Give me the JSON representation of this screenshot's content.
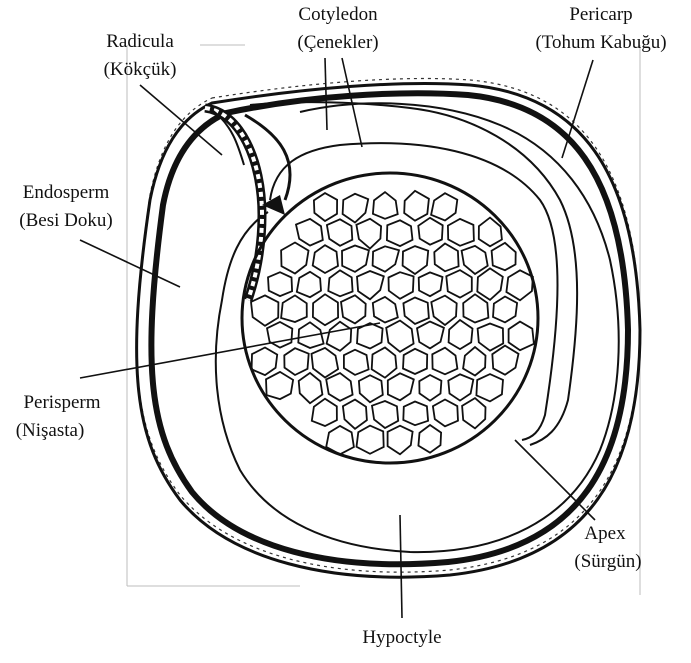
{
  "diagram": {
    "labels": {
      "cotyledon": {
        "line1": "Cotyledon",
        "line2": "(Çenekler)"
      },
      "radicula": {
        "line1": "Radicula",
        "line2": "(Kökçük)"
      },
      "pericarp": {
        "line1": "Pericarp",
        "line2": "(Tohum Kabuğu)"
      },
      "endosperm": {
        "line1": "Endosperm",
        "line2": "(Besi Doku)"
      },
      "perisperm": {
        "line1": "Perisperm",
        "line2": "(Nişasta)"
      },
      "apex": {
        "line1": "Apex",
        "line2": "(Sürgün)"
      },
      "hypoctyle": {
        "line1": "Hypoctyle"
      }
    },
    "colors": {
      "ink": "#111111",
      "paper": "#ffffff"
    }
  }
}
